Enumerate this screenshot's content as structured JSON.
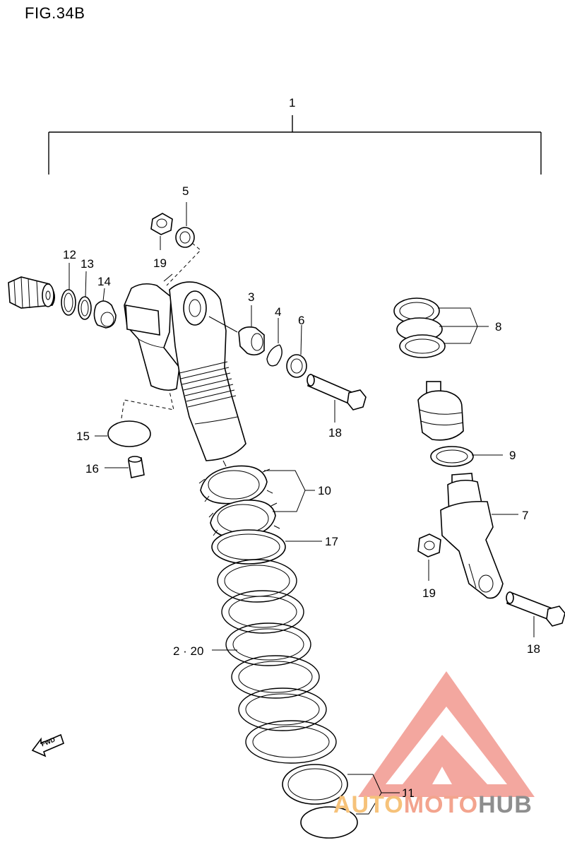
{
  "figure": {
    "title": "FIG.34B"
  },
  "callouts": {
    "c1": "1",
    "c2_20": "2 · 20",
    "c3": "3",
    "c4": "4",
    "c5": "5",
    "c6": "6",
    "c7": "7",
    "c8": "8",
    "c9": "9",
    "c10": "10",
    "c11": "11",
    "c12": "12",
    "c13": "13",
    "c14": "14",
    "c15": "15",
    "c16": "16",
    "c17": "17",
    "c18a": "18",
    "c18b": "18",
    "c19a": "19",
    "c19b": "19"
  },
  "fwd_badge": {
    "label": "FWD"
  },
  "watermark": {
    "part1": "AUTO",
    "part2": "MOTO",
    "part3": "HUB",
    "color_auto": "#f6c27a",
    "color_moto": "#f3a48e",
    "color_hub": "#8e8e8e",
    "logo_color": "#f08a80"
  }
}
